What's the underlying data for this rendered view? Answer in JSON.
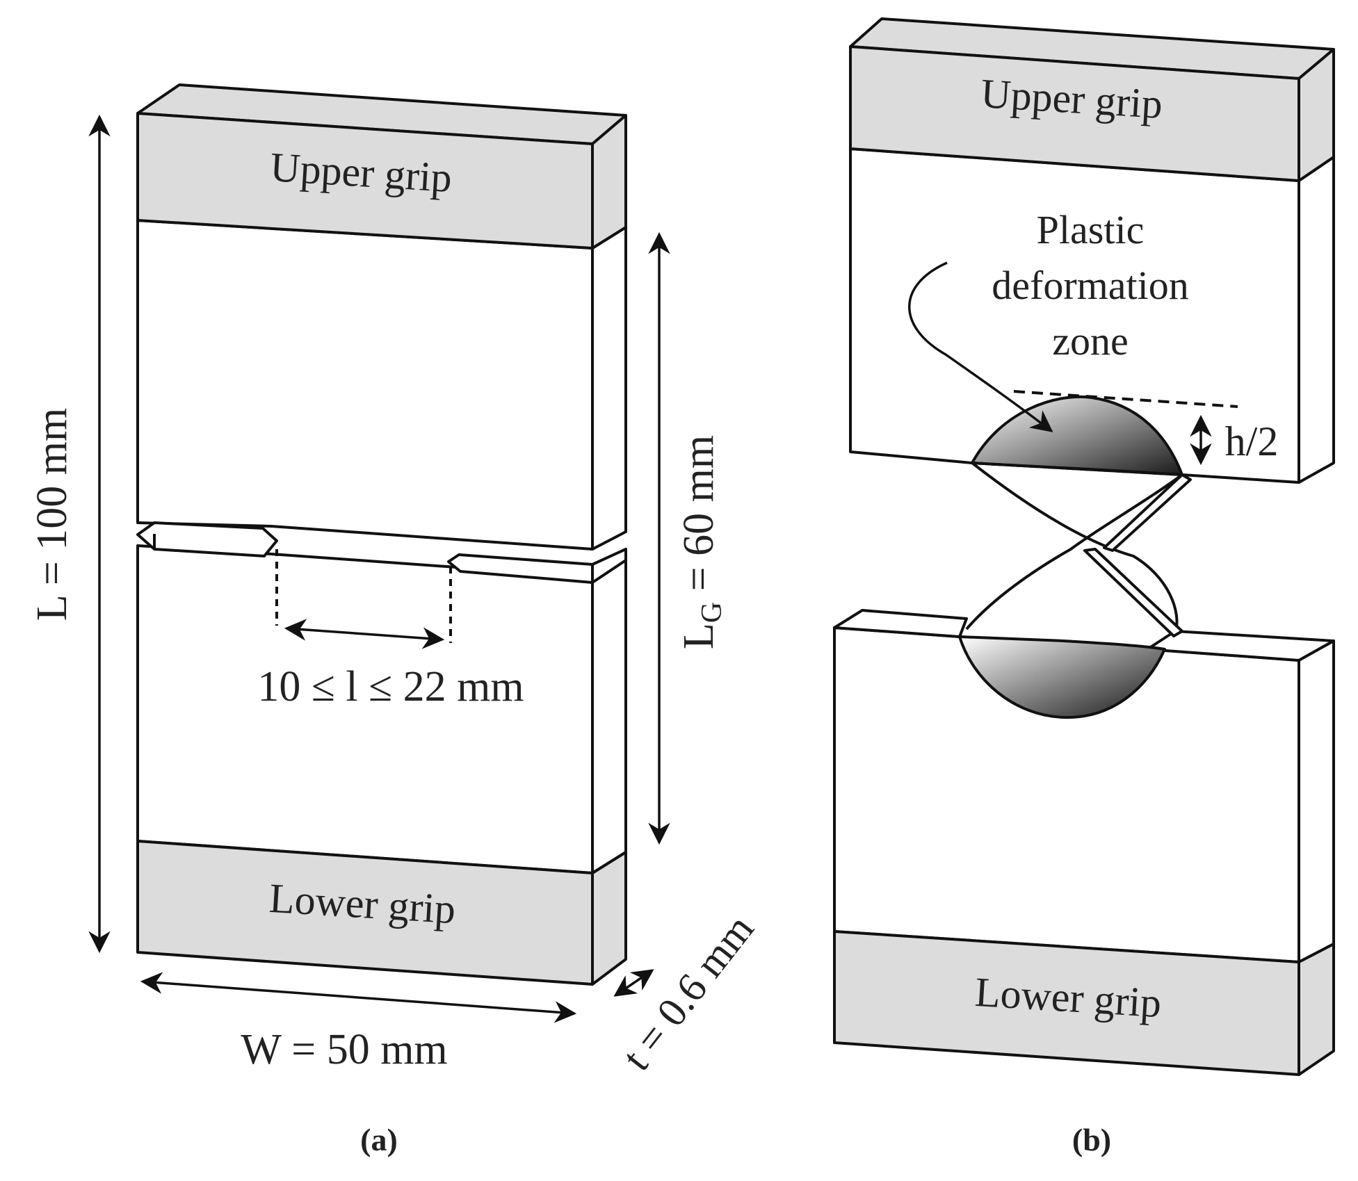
{
  "panel_a": {
    "upper_grip": "Upper grip",
    "lower_grip": "Lower grip",
    "length_label": "L = 100 mm",
    "gauge_length_label_main": "L",
    "gauge_length_label_sub": "G",
    "gauge_length_label_rest": " = 60 mm",
    "ligament_label": "10 ≤ l ≤ 22 mm",
    "width_label": "W = 50 mm",
    "thickness_label": "t = 0.6 mm",
    "caption": "(a)"
  },
  "panel_b": {
    "upper_grip": "Upper grip",
    "lower_grip": "Lower grip",
    "zone_line1": "Plastic",
    "zone_line2": "deformation",
    "zone_line3": "zone",
    "half_height_label": "h/2",
    "caption": "(b)"
  },
  "colors": {
    "grip_fill": "#dcdcdc",
    "line": "#111111",
    "gradient_dark": "#1a1a1a"
  }
}
